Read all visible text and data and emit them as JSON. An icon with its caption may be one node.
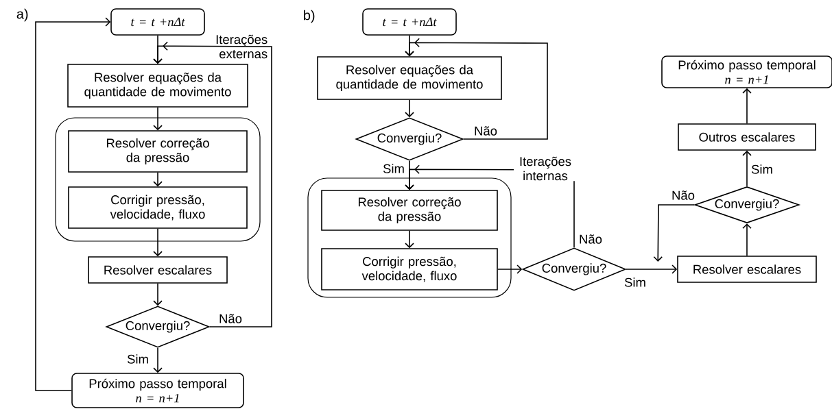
{
  "diagram": {
    "nodes": [
      {
        "text": [
          "t = t +nΔt"
        ]
      },
      {
        "text": [
          "Resolver equações da quantidade de movimento"
        ]
      },
      {
        "text": [],
        "shape": "box"
      },
      {
        "text": [
          "Resolver correção da pressão"
        ],
        "in": 2
      },
      {
        "text": [
          "Corrigir pressão, velocidade, fluxo"
        ],
        "in": 2
      },
      {
        "text": [
          "Resolver escalares"
        ]
      },
      {
        "text": [
          "Convergiu?"
        ]
      },
      {
        "text": [
          "Próximo passo temporal",
          "n = n+1"
        ]
      },
      {
        "text": [
          "t = t +nΔt"
        ]
      },
      {
        "text": [
          "Resolver equações da quantidade de movimento"
        ]
      },
      {
        "text": [
          "Convergiu?"
        ]
      },
      {
        "text": [],
        "shape": "box"
      },
      {
        "text": [
          "Resolver correção da pressão"
        ],
        "in": 11
      },
      {
        "text": [
          "Corrigir pressão, velocidade, fluxo"
        ],
        "in": 11
      },
      {
        "text": [
          "Convergiu?"
        ]
      },
      {
        "text": [
          "Resolver escalares"
        ]
      },
      {
        "text": [
          "Convergiu?"
        ]
      },
      {
        "text": [
          "Outros escalares"
        ]
      },
      {
        "text": [
          "Próximo passo temporal",
          "n = n+1"
        ]
      }
    ],
    "edges": [
      {
        "from": 0,
        "to": 1,
        "arrow": "to"
      },
      {
        "from": 1,
        "to": 3,
        "arrow": "to"
      },
      {
        "from": 3,
        "to": 4,
        "arrow": "to"
      },
      {
        "from": 4,
        "to": 5,
        "arrow": "to"
      },
      {
        "from": 5,
        "to": 6,
        "arrow": "to"
      },
      {
        "from": 6,
        "to": 7,
        "arrow": "to",
        "label": "Sim"
      },
      {
        "from": 6,
        "to": 1,
        "arrow": "to",
        "label": "Não"
      },
      {
        "from": 7,
        "to": 0,
        "arrow": "to"
      },
      {
        "from": 8,
        "to": 9,
        "arrow": "to"
      },
      {
        "from": 9,
        "to": 10,
        "arrow": "to"
      },
      {
        "from": 10,
        "to": 9,
        "arrow": "to",
        "label": "Não"
      },
      {
        "from": 10,
        "to": 12,
        "arrow": "to",
        "label": "Sim"
      },
      {
        "from": 12,
        "to": 13,
        "arrow": "to"
      },
      {
        "from": 13,
        "to": 14,
        "arrow": "to"
      },
      {
        "from": 14,
        "to": 12,
        "arrow": "to",
        "label": "Não"
      },
      {
        "from": 14,
        "to": 15,
        "arrow": "to",
        "label": "Sim"
      },
      {
        "from": 15,
        "to": 16,
        "arrow": "to"
      },
      {
        "from": 16,
        "to": 15,
        "arrow": "to",
        "label": "Não"
      },
      {
        "from": 16,
        "to": 17,
        "arrow": "to",
        "label": "Sim"
      },
      {
        "from": 17,
        "to": 18,
        "arrow": "to"
      }
    ],
    "labels": [
      "a)",
      "b)",
      "Iterações externas",
      "Iterações internas"
    ]
  }
}
